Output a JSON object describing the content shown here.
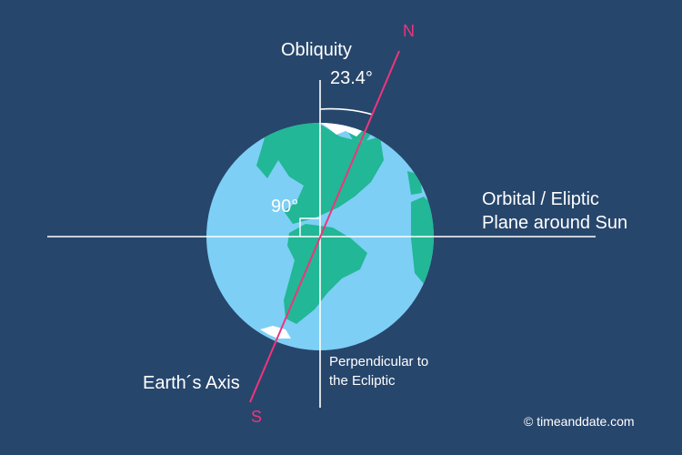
{
  "labels": {
    "obliquity": "Obliquity",
    "obliquity_value": "23.4°",
    "right_angle": "90°",
    "orbital_plane_line1": "Orbital / Eliptic",
    "orbital_plane_line2": "Plane around Sun",
    "perpendicular_line1": "Perpendicular to",
    "perpendicular_line2": "the Ecliptic",
    "earth_axis": "Earth´s  Axis",
    "north_pole": "N",
    "south_pole": "S",
    "credit": "© timeanddate.com"
  },
  "diagram": {
    "axial_tilt_degrees": 23.4,
    "right_angle_degrees": 90
  },
  "colors": {
    "background": "#27466c",
    "ocean": "#7dcff5",
    "land": "#22b796",
    "ice": "#ffffff",
    "axis": "#f0347c",
    "lines": "#ffffff",
    "text": "#ffffff"
  },
  "icons": {
    "globe": "earth-globe-icon"
  }
}
